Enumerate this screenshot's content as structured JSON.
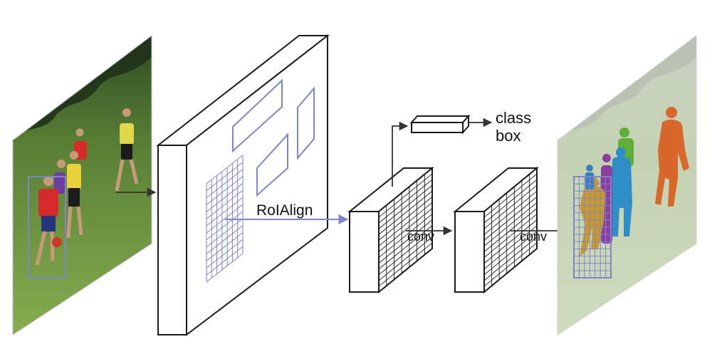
{
  "labels": {
    "roi_align": "RoIAlign",
    "class": "class",
    "box": "box",
    "conv_1": "conv",
    "conv_2": "conv"
  },
  "colors": {
    "stroke": "#1a1a1a",
    "roi_blue": "#7f85c9",
    "arrow_dark": "#333333",
    "grass": "#6f9a3c",
    "jersey_red": "#d42a2a",
    "jersey_yellow": "#e7d23a",
    "mask_orange": "#d7672a",
    "mask_green": "#5fae3a",
    "mask_blue": "#2e8fc8",
    "mask_purple": "#8a3fa0",
    "mask_gold": "#c99a2a"
  }
}
